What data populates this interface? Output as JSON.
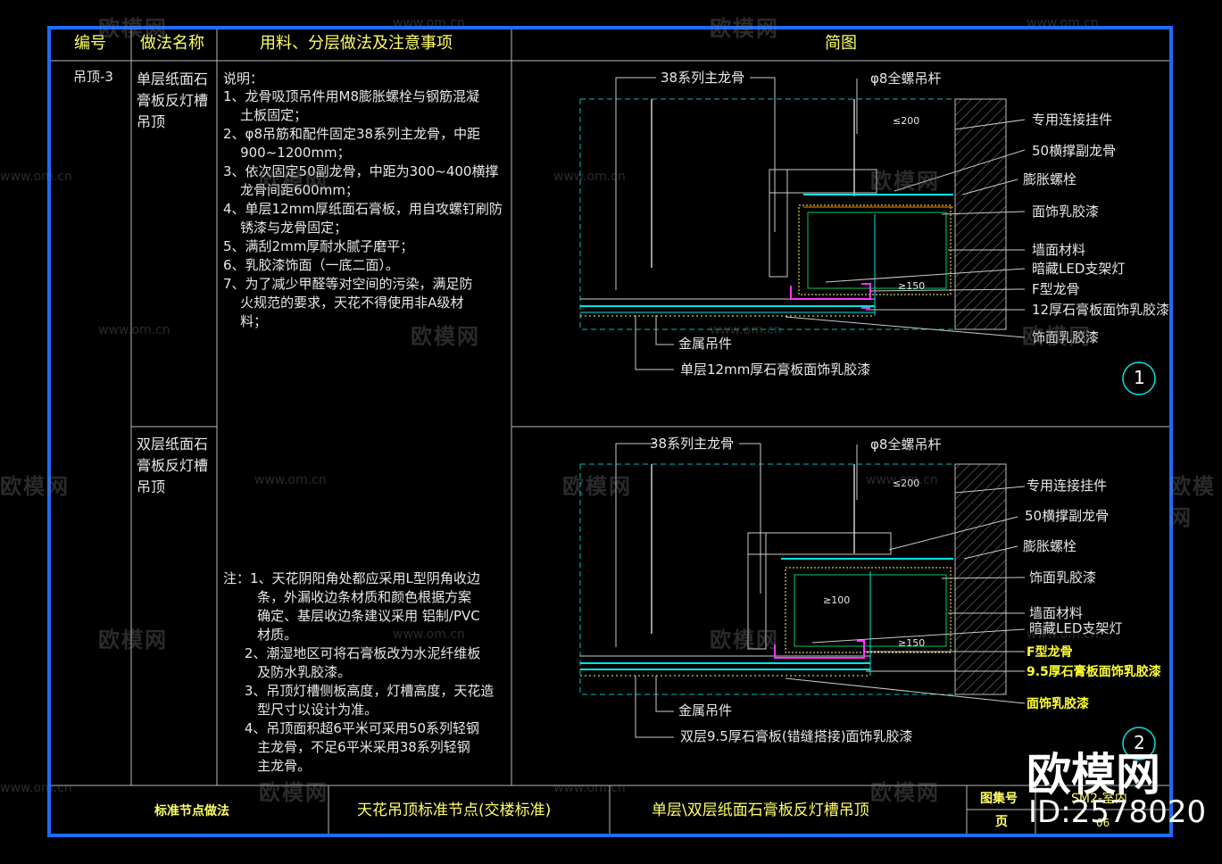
{
  "header": {
    "col_no": "编号",
    "col_name": "做法名称",
    "col_method": "用料、分层做法及注意事项",
    "col_diagram": "简图"
  },
  "row": {
    "code": "吊顶-3",
    "name1": "单层纸面石\n膏板反灯槽\n吊顶",
    "name2": "双层纸面石\n膏板反灯槽\n吊顶",
    "notes_title": "说明：",
    "notes": "1、龙骨吸顶吊件用M8膨胀螺栓与钢筋混凝\n    土板固定；\n2、φ8吊筋和配件固定38系列主龙骨，中距\n    900~1200mm；\n3、依次固定50副龙骨，中距为300~400横撑\n    龙骨间距600mm；\n4、单层12mm厚纸面石膏板，用自攻螺钉刷防\n    锈漆与龙骨固定；\n5、满刮2mm厚耐水腻子磨平；\n6、乳胶漆饰面（一底二面）。\n7、为了减少甲醛等对空间的污染，满足防\n    火规范的要求，天花不得使用非A级材\n    料；",
    "remarks": "注：1、天花阴阳角处都应采用L型阴角收边\n        条，外漏收边条材质和颜色根据方案\n        确定、基层收边条建议采用 铝制/PVC\n        材质。\n     2、潮湿地区可将石膏板改为水泥纤维板\n        及防水乳胶漆。\n     3、吊顶灯槽侧板高度，灯槽高度，天花造\n        型尺寸以设计为准。\n     4、吊顶面积超6平米可采用50系列轻钢\n        主龙骨，不足6平米采用38系列轻钢\n        主龙骨。"
  },
  "diagram1": {
    "main_keel": "38系列主龙骨",
    "rod": "φ8全螺吊杆",
    "dim_top": "≤200",
    "hanger": "专用连接挂件",
    "sub_keel": "50横撑副龙骨",
    "bolt": "膨胀螺栓",
    "latex": "面饰乳胶漆",
    "wall": "墙面材料",
    "led": "暗藏LED支架灯",
    "dim_150": "≥150",
    "f_keel": "F型龙骨",
    "board": "12厚石膏板面饰乳胶漆",
    "finish": "饰面乳胶漆",
    "metal_hanger": "金属吊件",
    "single_board": "单层12mm厚石膏板面饰乳胶漆",
    "num": "1"
  },
  "diagram2": {
    "main_keel": "38系列主龙骨",
    "rod": "φ8全螺吊杆",
    "dim_top": "≤200",
    "hanger": "专用连接挂件",
    "sub_keel": "50横撑副龙骨",
    "bolt": "膨胀螺栓",
    "latex": "饰面乳胶漆",
    "wall": "墙面材料",
    "led": "暗藏LED支架灯",
    "dim_100": "≥100",
    "dim_150": "≥150",
    "f_keel": "F型龙骨",
    "board": "9.5厚石膏板面饰乳胶漆",
    "finish": "面饰乳胶漆",
    "metal_hanger": "金属吊件",
    "double_board": "双层9.5厚石膏板(错缝搭接)面饰乳胶漆",
    "num": "2"
  },
  "footer": {
    "category": "标准节点做法",
    "series": "天花吊顶标准节点(交楼标准)",
    "title": "单层\\双层纸面石膏板反灯槽吊顶",
    "set_no_label": "图集号",
    "set_no_value": "SM2-室内",
    "page_label": "页",
    "page_value": "06"
  },
  "watermark": {
    "brand": "欧模网",
    "site": "www.om.cn",
    "logo": "欧模网",
    "id": "ID:2578020"
  },
  "colors": {
    "frame": "#1e6bff",
    "grid": "#b8b8b8",
    "header_text": "#ffff66",
    "cyan": "#00e5e5",
    "magenta": "#ff33ff"
  }
}
